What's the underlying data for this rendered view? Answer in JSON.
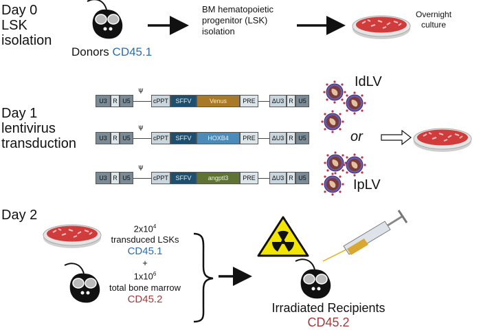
{
  "day0": {
    "line1": "Day 0",
    "line2": "LSK",
    "line3": "isolation",
    "donors": "Donors",
    "donors_cd": "CD45.1",
    "step1": "BM hematopoietic",
    "step2": "progenitor (LSK)",
    "step3": "isolation",
    "culture1": "Overnight",
    "culture2": "culture"
  },
  "day1": {
    "line1": "Day 1",
    "line2": "lentivirus",
    "line3": "transduction",
    "idlv": "IdLV",
    "or": "or",
    "iplv": "IpLV",
    "psi": "ψ",
    "constructs": [
      {
        "cargo": "Venus"
      },
      {
        "cargo": "HOXB4"
      },
      {
        "cargo": "angptl3"
      }
    ],
    "elements": {
      "u3": "U3",
      "r": "R",
      "u5": "U5",
      "cppt": "cPPT",
      "sffv": "SFFV",
      "pre": "PRE",
      "du3": "ΔU3"
    }
  },
  "day2": {
    "line1": "Day 2",
    "lsk_count": "2x10",
    "lsk_exp": "4",
    "lsk_label": "transduced LSKs",
    "lsk_cd": "CD45.1",
    "plus": "+",
    "bm_count": "1x10",
    "bm_exp": "6",
    "bm_label": "total bone marrow",
    "bm_cd": "CD45.2",
    "recipients": "Irradiated Recipients",
    "recipients_cd": "CD45.2"
  },
  "colors": {
    "blue": "#2e6da4",
    "red": "#a33a3a",
    "dish": "#d03c3c",
    "sffv": "#1f4f6e",
    "venus": "#a87a27",
    "hoxb4": "#4a8bb9",
    "angptl3": "#5f7434"
  },
  "icons": [
    "mouse-icon",
    "petri-dish-icon",
    "virus-icon",
    "radiation-hazard-icon",
    "syringe-icon",
    "arrow-icon",
    "brace-icon"
  ]
}
